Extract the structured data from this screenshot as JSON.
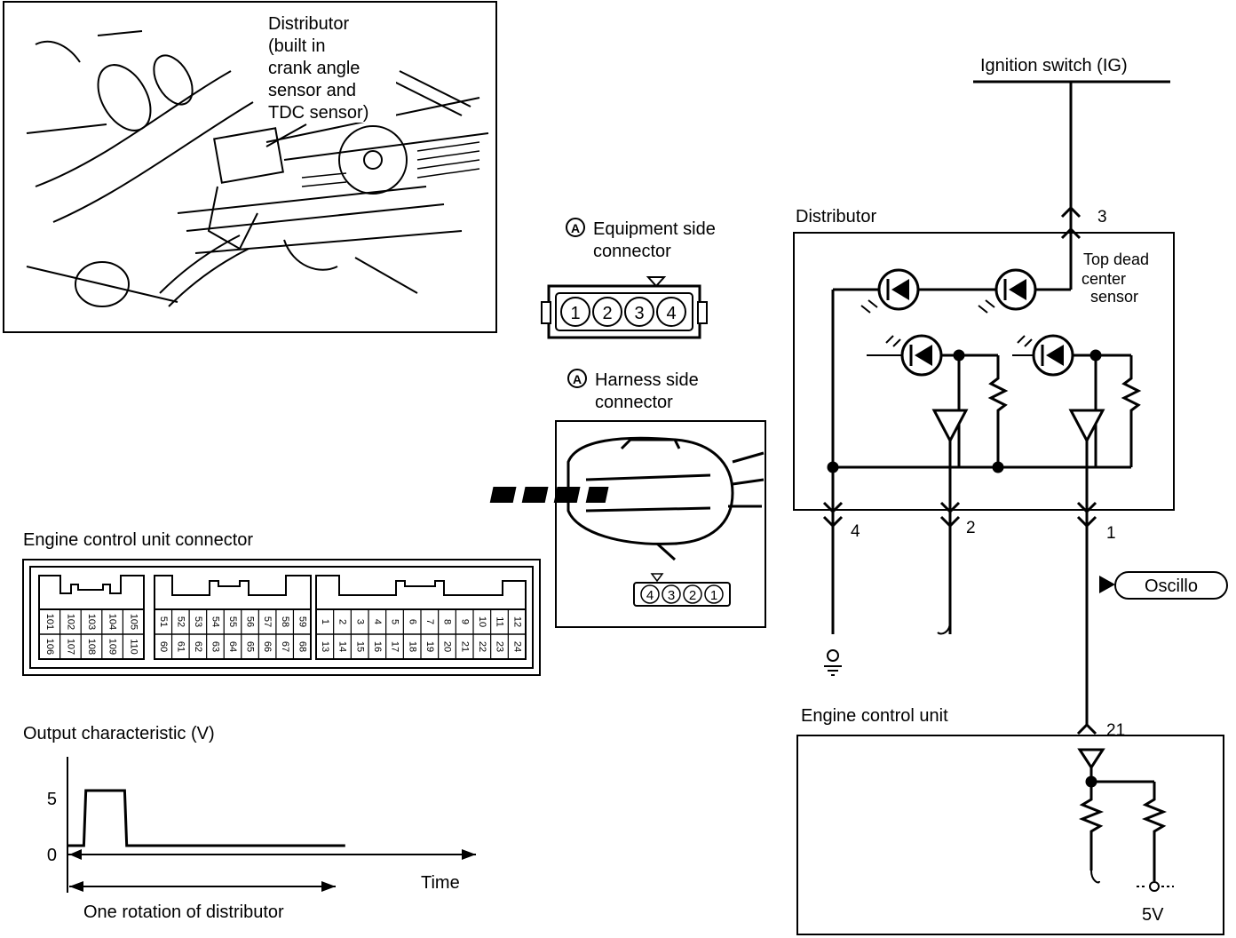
{
  "photo_panel": {
    "callout": [
      "Distributor",
      "(built in",
      "crank angle",
      "sensor and",
      "TDC sensor)"
    ]
  },
  "equipment_connector": {
    "badge": "A",
    "title_line1": "Equipment side",
    "title_line2": "connector",
    "pins": [
      "1",
      "2",
      "3",
      "4"
    ]
  },
  "harness_connector": {
    "badge": "A",
    "title_line1": "Harness side",
    "title_line2": "connector",
    "pins": [
      "4",
      "3",
      "2",
      "1"
    ]
  },
  "ecu_connector": {
    "title": "Engine control unit connector",
    "block1": {
      "top": [
        "101",
        "102",
        "103",
        "104",
        "105"
      ],
      "bottom": [
        "106",
        "107",
        "108",
        "109",
        "110"
      ]
    },
    "block2": {
      "top": [
        "51",
        "52",
        "53",
        "54",
        "55",
        "56",
        "57",
        "58",
        "59"
      ],
      "bottom": [
        "60",
        "61",
        "62",
        "63",
        "64",
        "65",
        "66",
        "67",
        "68"
      ]
    },
    "block3": {
      "top": [
        "1",
        "2",
        "3",
        "4",
        "5",
        "6",
        "7",
        "8",
        "9",
        "10",
        "11",
        "12"
      ],
      "bottom": [
        "13",
        "14",
        "15",
        "16",
        "17",
        "18",
        "19",
        "20",
        "21",
        "22",
        "23",
        "24"
      ]
    }
  },
  "output_chart": {
    "title": "Output characteristic (V)",
    "y_ticks": [
      "5",
      "0"
    ],
    "x_label": "Time",
    "rotation_label": "One rotation of distributor"
  },
  "chart_data": {
    "type": "line",
    "title": "Output characteristic (V)",
    "xlabel": "Time",
    "ylabel": "",
    "y_ticks": [
      0,
      5
    ],
    "series": [
      {
        "x": [
          0,
          0.04,
          0.045,
          0.14,
          0.145,
          0.68
        ],
        "y": [
          0,
          0,
          5,
          5,
          0,
          0
        ]
      }
    ]
  },
  "circuit": {
    "ignition_switch": "Ignition switch (IG)",
    "distributor_label": "Distributor",
    "tdc_label": [
      "Top dead",
      "center",
      "sensor"
    ],
    "pin_3": "3",
    "pin_4": "4",
    "pin_2": "2",
    "pin_1": "1",
    "oscillo": "Oscillo",
    "ecu_label": "Engine control unit",
    "pin_21": "21",
    "five_v": "5V"
  }
}
